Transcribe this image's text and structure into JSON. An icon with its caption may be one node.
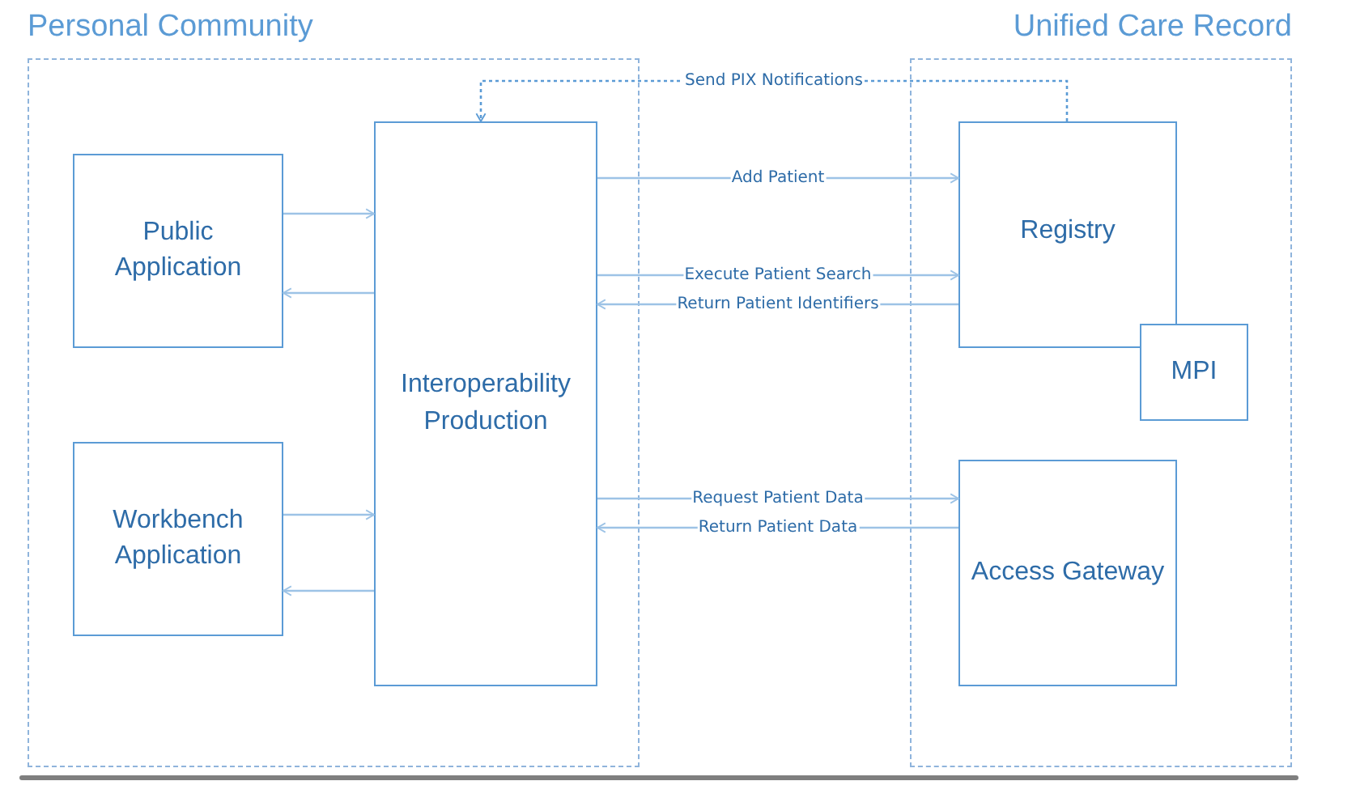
{
  "diagram": {
    "nodes": [
      {
        "text": [
          "Personal Community"
        ]
      },
      {
        "text": [
          "Unified Care Record"
        ]
      },
      {
        "text": [
          "Public Application"
        ],
        "in": 0
      },
      {
        "text": [
          "Workbench Application"
        ],
        "in": 0
      },
      {
        "text": [
          "Interoperability Production"
        ],
        "in": 0
      },
      {
        "text": [
          "Registry"
        ],
        "in": 1
      },
      {
        "text": [
          "MPI"
        ],
        "in": 1
      },
      {
        "text": [
          "Access Gateway"
        ],
        "in": 1
      }
    ],
    "edges": [
      {
        "from": 2,
        "to": 4,
        "arrow": "to"
      },
      {
        "from": 4,
        "to": 2,
        "arrow": "to"
      },
      {
        "from": 3,
        "to": 4,
        "arrow": "to"
      },
      {
        "from": 4,
        "to": 3,
        "arrow": "to"
      },
      {
        "from": 4,
        "to": 5,
        "arrow": "to",
        "label": "Add Patient"
      },
      {
        "from": 4,
        "to": 5,
        "arrow": "to",
        "label": "Execute Patient Search"
      },
      {
        "from": 5,
        "to": 4,
        "arrow": "to",
        "label": "Return Patient Identifiers"
      },
      {
        "from": 4,
        "to": 7,
        "arrow": "to",
        "label": "Request Patient Data"
      },
      {
        "from": 7,
        "to": 4,
        "arrow": "to",
        "label": "Return Patient Data"
      },
      {
        "from": 5,
        "to": 4,
        "arrow": "to",
        "label": "Send PIX Notifications",
        "style": "dashed",
        "color": "#5b9bd5"
      }
    ]
  }
}
